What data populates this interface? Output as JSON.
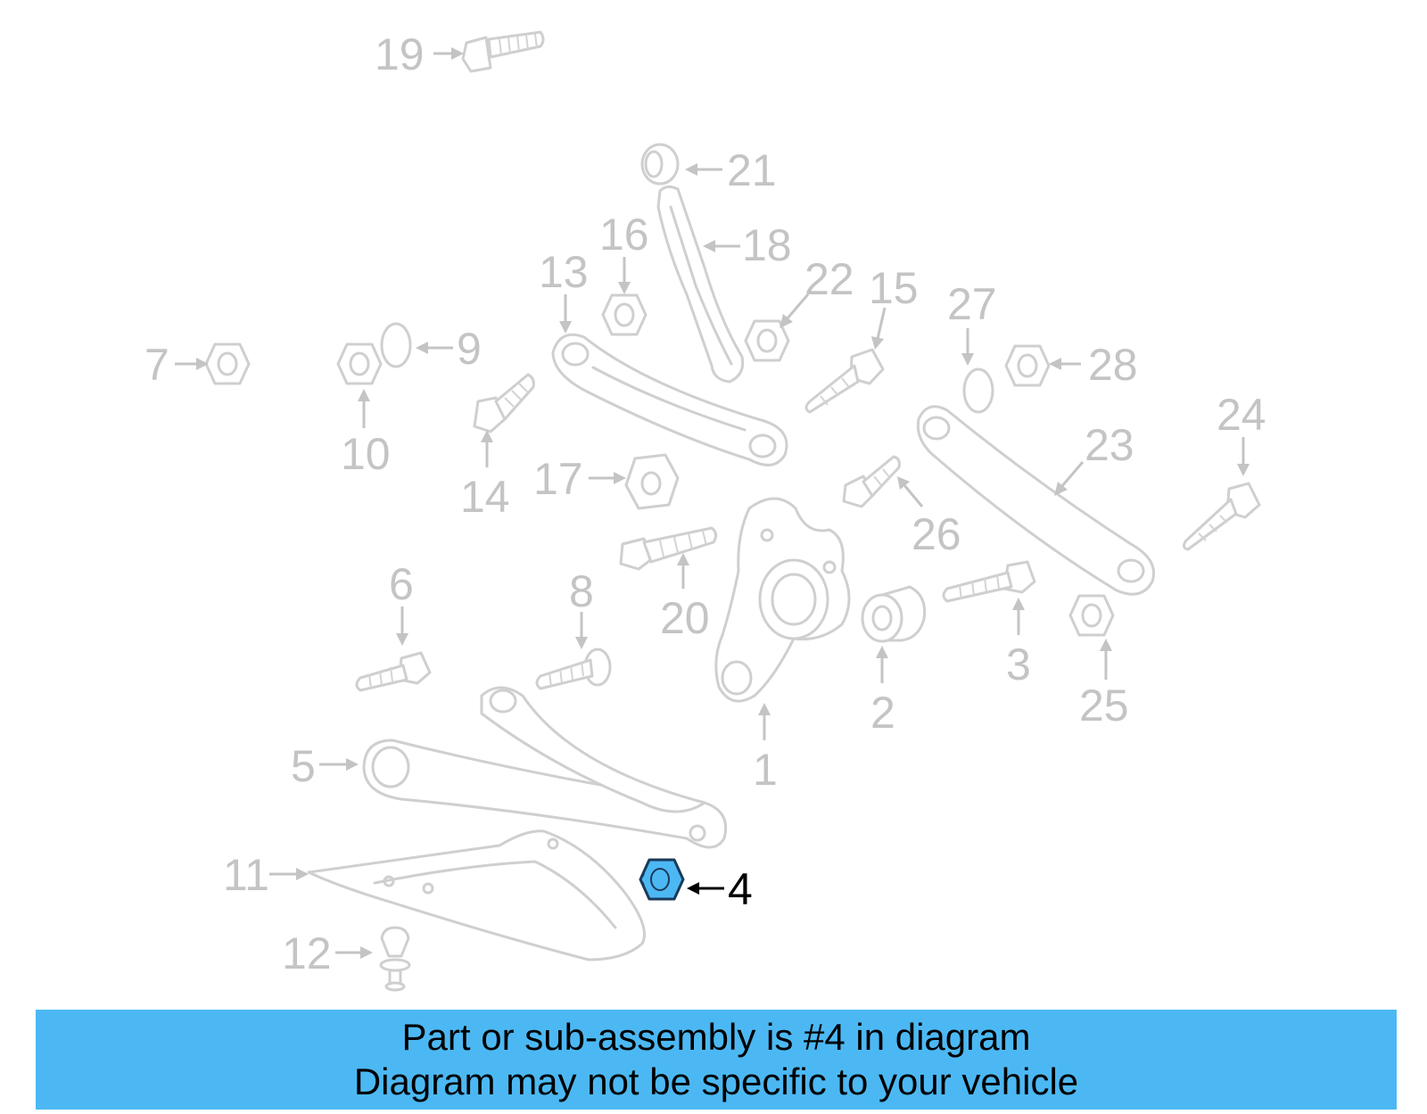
{
  "diagram": {
    "highlight_color": "#4cb8f3",
    "highlighted_part": "4",
    "callouts": [
      "19",
      "21",
      "16",
      "18",
      "13",
      "22",
      "15",
      "27",
      "7",
      "9",
      "28",
      "10",
      "14",
      "17",
      "23",
      "24",
      "26",
      "6",
      "8",
      "20",
      "2",
      "3",
      "25",
      "5",
      "1",
      "11",
      "4",
      "12"
    ]
  },
  "banner": {
    "line1": "Part or sub-assembly is #4 in diagram",
    "line2": "Diagram may not be specific to your vehicle",
    "background": "#4cb8f3"
  }
}
